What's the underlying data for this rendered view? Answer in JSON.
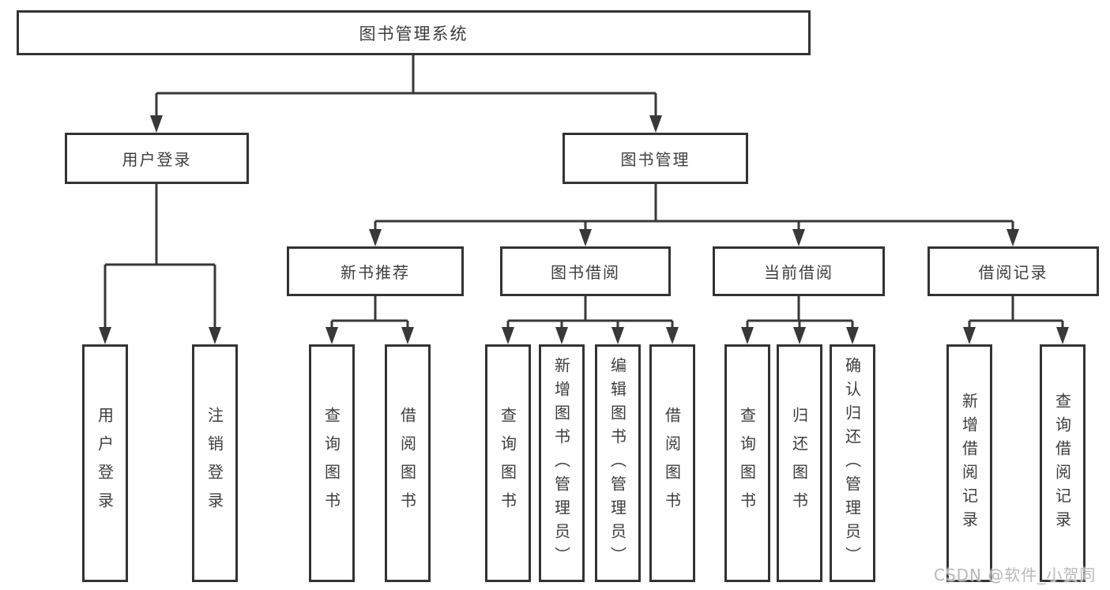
{
  "tree": {
    "label": "图书管理系统",
    "children": [
      {
        "label": "用户登录",
        "children": [
          {
            "label": "用户登录"
          },
          {
            "label": "注销登录"
          }
        ]
      },
      {
        "label": "图书管理",
        "children": [
          {
            "label": "新书推荐",
            "children": [
              {
                "label": "查询图书"
              },
              {
                "label": "借阅图书"
              }
            ]
          },
          {
            "label": "图书借阅",
            "children": [
              {
                "label": "查询图书"
              },
              {
                "label": "新增图书（管理员）"
              },
              {
                "label": "编辑图书（管理员）"
              },
              {
                "label": "借阅图书"
              }
            ]
          },
          {
            "label": "当前借阅",
            "children": [
              {
                "label": "查询图书"
              },
              {
                "label": "归还图书"
              },
              {
                "label": "确认归还（管理员）"
              }
            ]
          },
          {
            "label": "借阅记录",
            "children": [
              {
                "label": "新增借阅记录"
              },
              {
                "label": "查询借阅记录"
              }
            ]
          }
        ]
      }
    ]
  },
  "watermark": {
    "text": "CSDN @软件_小贺同学"
  },
  "colors": {
    "line": "#383838",
    "box_border": "#333333",
    "text": "#3d3d3d",
    "watermark": "#b8b8b8",
    "background": "#ffffff"
  }
}
